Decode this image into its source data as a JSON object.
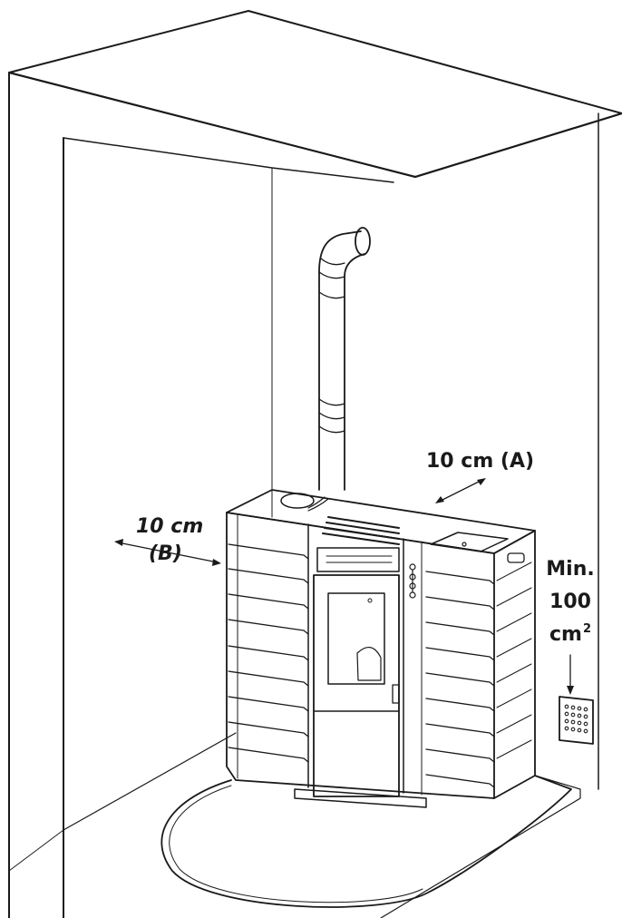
{
  "labels": {
    "clearance_rear": "10 cm (A)",
    "clearance_side_value": "10 cm",
    "clearance_side_code": "(B)",
    "vent_min": "Min.",
    "vent_value": "100",
    "vent_unit": "cm",
    "vent_unit_exp": "2"
  },
  "colors": {
    "line": "#1a1a1a",
    "background": "#ffffff"
  }
}
